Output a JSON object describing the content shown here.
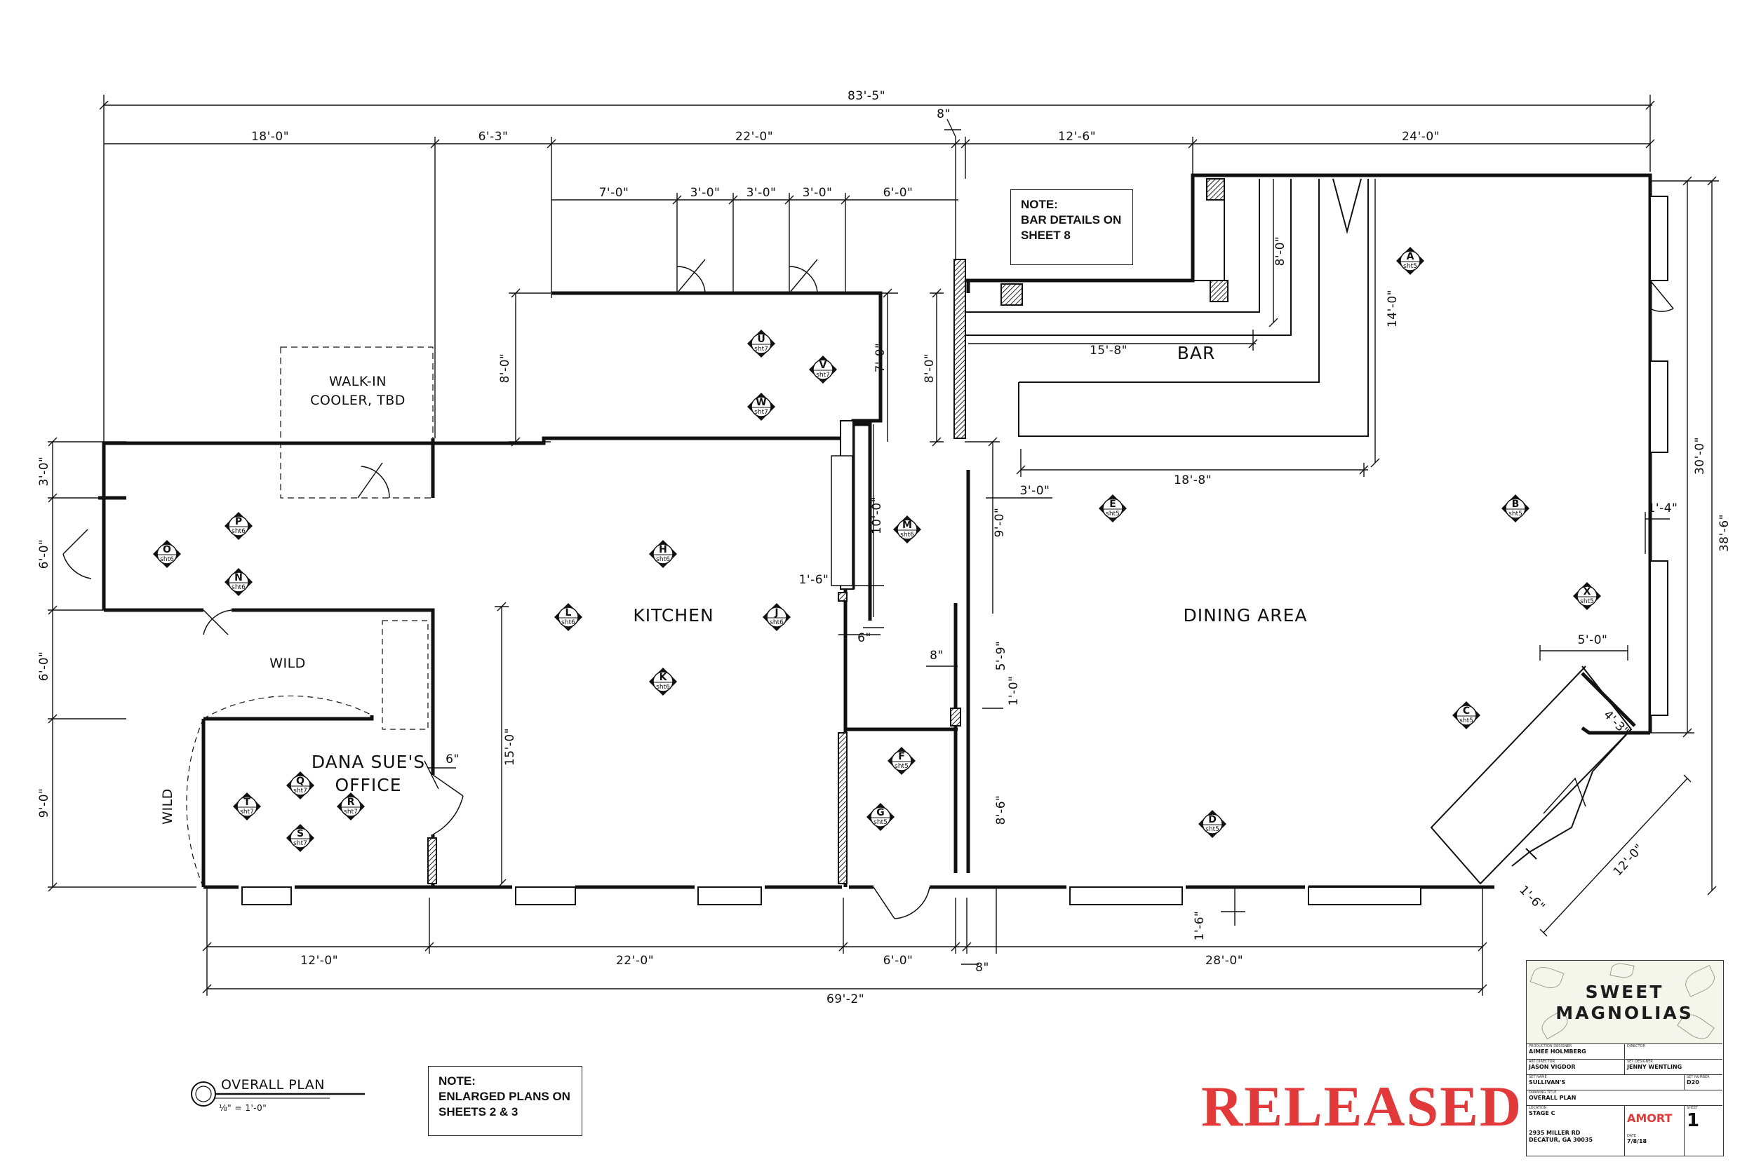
{
  "sheet": {
    "dimensions": {
      "overall_top": "83'-5\"",
      "top_18": "18'-0\"",
      "top_6_3": "6'-3\"",
      "top_22": "22'-0\"",
      "top_8": "8\"",
      "top_12_6": "12'-6\"",
      "top_24": "24'-0\"",
      "sub_7": "7'-0\"",
      "sub_3a": "3'-0\"",
      "sub_3b": "3'-0\"",
      "sub_3c": "3'-0\"",
      "sub_6": "6'-0\"",
      "bar_8_0": "8'-0\"",
      "bar_14_0": "14'-0\"",
      "bar_15_8": "15'-8\"",
      "bar_18_8": "18'-8\"",
      "kitchen_8_0": "8'-0\"",
      "kitchen_7_0": "7'-0\"",
      "wall_8_0": "8'-0\"",
      "left_3_0": "3'-0\"",
      "left_6_0a": "6'-0\"",
      "left_6_0b": "6'-0\"",
      "left_9_0": "9'-0\"",
      "right_30_0": "30'-0\"",
      "right_38_6": "38'-6\"",
      "right_1_4": "1'-4\"",
      "corner_5_0": "5'-0\"",
      "corner_4_3": "4'-3\"",
      "corner_12_0": "12'-0\"",
      "corner_1_6": "1'-6\"",
      "mid_3_0": "3'-0\"",
      "mid_9_0": "9'-0\"",
      "mid_10_0": "10'-0\"",
      "mid_1_6": "1'-6\"",
      "mid_6": "6\"",
      "mid_8": "8\"",
      "mid_5_9": "5'-9\"",
      "mid_1_0": "1'-0\"",
      "mid_8_6": "8'-6\"",
      "office_6": "6\"",
      "kitchen_15_0": "15'-0\"",
      "bottom_12": "12'-0\"",
      "bottom_22": "22'-0\"",
      "bottom_6": "6'-0\"",
      "bottom_8": "8\"",
      "bottom_28": "28'-0\"",
      "bottom_1_6": "1'-6\"",
      "overall_bottom": "69'-2\""
    },
    "rooms": {
      "kitchen": "KITCHEN",
      "dining": "DINING AREA",
      "bar": "BAR",
      "office_line1": "DANA SUE'S",
      "office_line2": "OFFICE",
      "cooler_line1": "WALK-IN",
      "cooler_line2": "COOLER, TBD",
      "wild_top": "WILD",
      "wild_left": "WILD"
    },
    "markers": [
      {
        "letter": "A",
        "sheet": "sht5"
      },
      {
        "letter": "B",
        "sheet": "sht5"
      },
      {
        "letter": "C",
        "sheet": "sht5"
      },
      {
        "letter": "D",
        "sheet": "sht5"
      },
      {
        "letter": "E",
        "sheet": "sht5"
      },
      {
        "letter": "F",
        "sheet": "sht5"
      },
      {
        "letter": "G",
        "sheet": "sht5"
      },
      {
        "letter": "H",
        "sheet": "sht6"
      },
      {
        "letter": "J",
        "sheet": "sht6"
      },
      {
        "letter": "K",
        "sheet": "sht6"
      },
      {
        "letter": "L",
        "sheet": "sht6"
      },
      {
        "letter": "M",
        "sheet": "sht6"
      },
      {
        "letter": "N",
        "sheet": "sht6"
      },
      {
        "letter": "O",
        "sheet": "sht6"
      },
      {
        "letter": "P",
        "sheet": "sht6"
      },
      {
        "letter": "Q",
        "sheet": "sht7"
      },
      {
        "letter": "R",
        "sheet": "sht7"
      },
      {
        "letter": "S",
        "sheet": "sht7"
      },
      {
        "letter": "T",
        "sheet": "sht7"
      },
      {
        "letter": "U",
        "sheet": "sht7"
      },
      {
        "letter": "V",
        "sheet": "sht7"
      },
      {
        "letter": "W",
        "sheet": "sht7"
      },
      {
        "letter": "X",
        "sheet": "sht5"
      }
    ],
    "notes": {
      "bar_line1": "NOTE:",
      "bar_line2": "BAR DETAILS ON",
      "bar_line3": "SHEET 8",
      "enlarged_line1": "NOTE:",
      "enlarged_line2": "ENLARGED PLANS ON",
      "enlarged_line3": "SHEETS 2 & 3"
    },
    "legend": {
      "title": "OVERALL PLAN",
      "scale": "⅛\" = 1'-0\""
    },
    "stamp": "RELEASED",
    "title_block": {
      "logo_line1": "SWEET",
      "logo_line2": "MAGNOLIAS",
      "production_designer_caption": "PRODUCTION DESIGNER",
      "production_designer": "AIMEE HOLMBERG",
      "director_caption": "DIRECTOR",
      "art_director_caption": "ART DIRECTOR",
      "art_director": "JASON VIGDOR",
      "set_designer_caption": "SET DESIGNER",
      "set_designer": "JENNY WENTLING",
      "set_name_caption": "SET NAME",
      "set_name": "SULLIVAN'S",
      "set_number_caption": "SET NUMBER",
      "set_number": "D20",
      "drawing_title_caption": "DRAWING TITLE",
      "drawing_title": "OVERALL PLAN",
      "location_caption": "LOCATION",
      "location": "STAGE C",
      "address_line1": "2935 MILLER RD",
      "address_line2": "DECATUR, GA 30035",
      "company": "AMORT",
      "date_caption": "DATE",
      "date": "7/8/18",
      "sheet_caption": "SHEET",
      "sheet_number": "1"
    }
  }
}
